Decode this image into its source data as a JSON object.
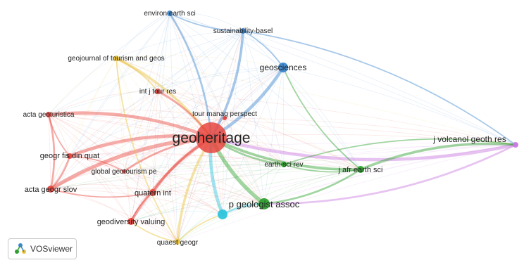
{
  "app": {
    "badge_label": "VOSviewer",
    "logo_icon": "vosviewer-logo-icon"
  },
  "colors": {
    "red": "#e8473f",
    "green": "#2fa12f",
    "blue": "#3b86cf",
    "yellow": "#e8c23a",
    "purple": "#c97be0",
    "cyan": "#2fc4dc"
  },
  "network": {
    "nodes": [
      {
        "id": "geoheritage",
        "label": "geoheritage",
        "cluster": "red"
      },
      {
        "id": "tourmanag",
        "label": "tour manag perspect",
        "cluster": "red"
      },
      {
        "id": "environ",
        "label": "environ earth sci",
        "cluster": "blue"
      },
      {
        "id": "sustain",
        "label": "sustainability-basel",
        "cluster": "blue"
      },
      {
        "id": "geojournal",
        "label": "geojournal of tourism and geos",
        "cluster": "yellow"
      },
      {
        "id": "geosciences",
        "label": "geosciences",
        "cluster": "blue"
      },
      {
        "id": "intjtour",
        "label": "int j tour res",
        "cluster": "red"
      },
      {
        "id": "actageotur",
        "label": "acta geoturistica",
        "cluster": "red"
      },
      {
        "id": "jvolcanol",
        "label": "j volcanol geoth res",
        "cluster": "purple"
      },
      {
        "id": "geogrfis",
        "label": "geogr fis din quat",
        "cluster": "red"
      },
      {
        "id": "earthsci",
        "label": "earth-sci rev",
        "cluster": "green"
      },
      {
        "id": "jafr",
        "label": "j afr earth sci",
        "cluster": "green"
      },
      {
        "id": "globalgeotour",
        "label": "global geotourism pe",
        "cluster": "red"
      },
      {
        "id": "actageogr",
        "label": "acta geogr slov",
        "cluster": "red"
      },
      {
        "id": "quatern",
        "label": "quatern int",
        "cluster": "red"
      },
      {
        "id": "pgeologist",
        "label": "p geologist assoc",
        "cluster": "green"
      },
      {
        "id": "cyannode",
        "label": "",
        "cluster": "cyan"
      },
      {
        "id": "geodiv",
        "label": "geodiversity valuing",
        "cluster": "red"
      },
      {
        "id": "quaest",
        "label": "quaest geogr",
        "cluster": "yellow"
      }
    ],
    "links": [
      {
        "source": "geoheritage",
        "target": "pgeologist",
        "weight": 6
      },
      {
        "source": "geoheritage",
        "target": "jvolcanol",
        "weight": 5
      },
      {
        "source": "geoheritage",
        "target": "jafr",
        "weight": 4
      },
      {
        "source": "geoheritage",
        "target": "geosciences",
        "weight": 5
      },
      {
        "source": "geoheritage",
        "target": "sustain",
        "weight": 4
      },
      {
        "source": "geoheritage",
        "target": "environ",
        "weight": 3
      },
      {
        "source": "geoheritage",
        "target": "geojournal",
        "weight": 4
      },
      {
        "source": "geoheritage",
        "target": "actageotur",
        "weight": 5
      },
      {
        "source": "geoheritage",
        "target": "actageogr",
        "weight": 6
      },
      {
        "source": "geoheritage",
        "target": "geogrfis",
        "weight": 5
      },
      {
        "source": "geoheritage",
        "target": "quatern",
        "weight": 4
      },
      {
        "source": "geoheritage",
        "target": "geodiv",
        "weight": 4
      },
      {
        "source": "geoheritage",
        "target": "quaest",
        "weight": 4
      },
      {
        "source": "geoheritage",
        "target": "cyannode",
        "weight": 5
      },
      {
        "source": "geoheritage",
        "target": "intjtour",
        "weight": 3
      },
      {
        "source": "geoheritage",
        "target": "earthsci",
        "weight": 3
      },
      {
        "source": "geoheritage",
        "target": "globalgeotour",
        "weight": 3
      },
      {
        "source": "pgeologist",
        "target": "jafr",
        "weight": 3
      },
      {
        "source": "pgeologist",
        "target": "jvolcanol",
        "weight": 3
      },
      {
        "source": "pgeologist",
        "target": "cyannode",
        "weight": 3
      },
      {
        "source": "jvolcanol",
        "target": "jafr",
        "weight": 4
      },
      {
        "source": "jvolcanol",
        "target": "sustain",
        "weight": 2
      },
      {
        "source": "jvolcanol",
        "target": "earthsci",
        "weight": 2
      },
      {
        "source": "geosciences",
        "target": "jafr",
        "weight": 2
      },
      {
        "source": "geosciences",
        "target": "sustain",
        "weight": 2
      },
      {
        "source": "actageogr",
        "target": "geogrfis",
        "weight": 3
      },
      {
        "source": "actageogr",
        "target": "actageotur",
        "weight": 3
      },
      {
        "source": "actageogr",
        "target": "quatern",
        "weight": 2
      },
      {
        "source": "actageotur",
        "target": "geogrfis",
        "weight": 2
      },
      {
        "source": "quatern",
        "target": "geodiv",
        "weight": 2
      },
      {
        "source": "geodiv",
        "target": "quaest",
        "weight": 2
      },
      {
        "source": "geojournal",
        "target": "quaest",
        "weight": 2
      },
      {
        "source": "cyannode",
        "target": "quaest",
        "weight": 2
      },
      {
        "source": "environ",
        "target": "sustain",
        "weight": 2
      },
      {
        "source": "earthsci",
        "target": "jafr",
        "weight": 2
      },
      {
        "source": "globalgeotour",
        "target": "geogrfis",
        "weight": 2
      },
      {
        "source": "intjtour",
        "target": "geojournal",
        "weight": 2
      }
    ]
  }
}
